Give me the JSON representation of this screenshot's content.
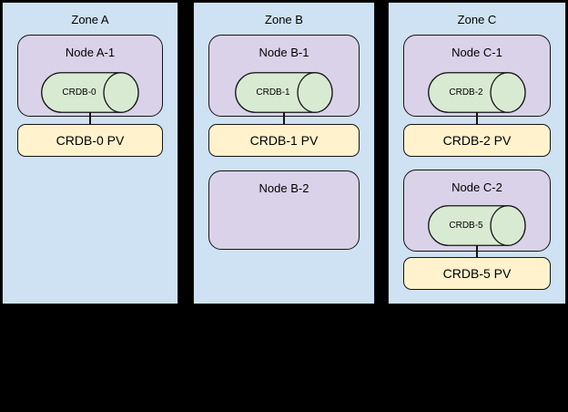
{
  "palette": {
    "canvas_bg": "#000000",
    "zone_fill": "#cfe2f3",
    "node_fill": "#d9d2e9",
    "db_fill": "#d9ead3",
    "pv_fill": "#fff2cc",
    "stroke": "#141414"
  },
  "zones": [
    {
      "label": "Zone A",
      "nodes": [
        {
          "label": "Node A-1",
          "db": "CRDB-0",
          "pv": "CRDB-0 PV"
        }
      ]
    },
    {
      "label": "Zone B",
      "nodes": [
        {
          "label": "Node B-1",
          "db": "CRDB-1",
          "pv": "CRDB-1 PV"
        },
        {
          "label": "Node B-2"
        }
      ]
    },
    {
      "label": "Zone C",
      "nodes": [
        {
          "label": "Node C-1",
          "db": "CRDB-2",
          "pv": "CRDB-2 PV"
        },
        {
          "label": "Node C-2",
          "db": "CRDB-5",
          "pv": "CRDB-5 PV"
        }
      ]
    }
  ]
}
